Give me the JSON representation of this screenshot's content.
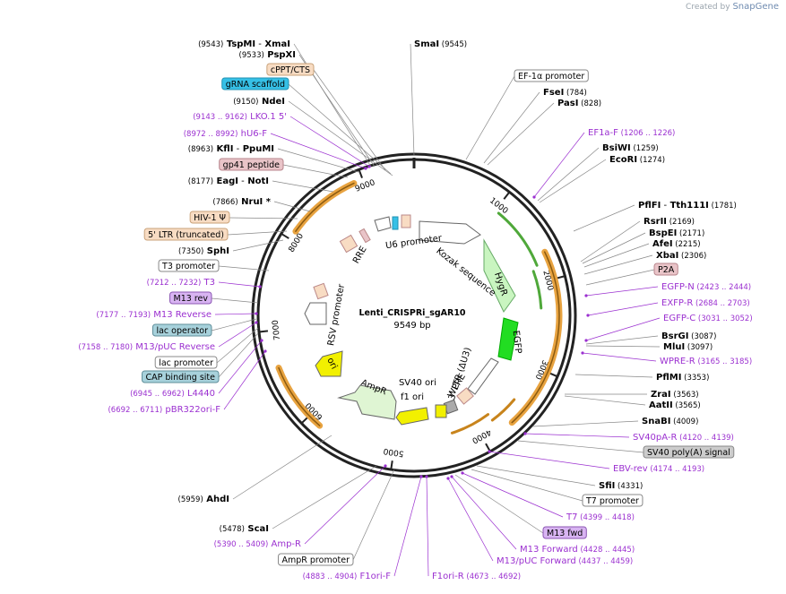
{
  "credit": {
    "prefix": "Created by",
    "brand": "SnapGene"
  },
  "plasmid": {
    "name": "Lenti_CRISPRi_sgAR10",
    "size_label": "9549 bp",
    "length": 9549
  },
  "ticks": [
    "1000",
    "2000",
    "3000",
    "4000",
    "5000",
    "6000",
    "7000",
    "8000",
    "9000"
  ],
  "labels": [
    {
      "pos": "(9543)",
      "name": "TspMI",
      "joiner": "-",
      "name2": "XmaI",
      "kind": "enzyme"
    },
    {
      "pos": "(9533)",
      "name": "PspXI",
      "kind": "enzyme"
    },
    {
      "name": "SmaI",
      "pos": "(9545)",
      "kind": "enzyme"
    },
    {
      "name": "cPPT/CTS",
      "kind": "box",
      "fill": "#f8dcc3",
      "stroke": "#c9a27a"
    },
    {
      "name": "gRNA scaffold",
      "kind": "box",
      "fill": "#36c0e6",
      "stroke": "#2392b3"
    },
    {
      "pos": "(9150)",
      "name": "NdeI",
      "kind": "enzyme"
    },
    {
      "range": "(9143 .. 9162)",
      "name": "LKO.1 5'",
      "kind": "primer"
    },
    {
      "range": "(8972 .. 8992)",
      "name": "hU6-F",
      "kind": "primer"
    },
    {
      "pos": "(8963)",
      "name": "KflI",
      "joiner": "-",
      "name2": "PpuMI",
      "kind": "enzyme"
    },
    {
      "name": "gp41 peptide",
      "kind": "box",
      "fill": "#e9c4c8",
      "stroke": "#b8858c"
    },
    {
      "pos": "(8177)",
      "name": "EagI",
      "joiner": "-",
      "name2": "NotI",
      "kind": "enzyme"
    },
    {
      "pos": "(7866)",
      "name": "NruI *",
      "kind": "enzyme"
    },
    {
      "name": "HIV-1 Ψ",
      "kind": "box",
      "fill": "#f8dcc3",
      "stroke": "#c9a27a"
    },
    {
      "name": "5' LTR (truncated)",
      "kind": "box",
      "fill": "#f8dcc3",
      "stroke": "#c9a27a"
    },
    {
      "pos": "(7350)",
      "name": "SphI",
      "kind": "enzyme"
    },
    {
      "name": "T3 promoter",
      "kind": "box",
      "fill": "#ffffff",
      "stroke": "#888888"
    },
    {
      "range": "(7212 .. 7232)",
      "name": "T3",
      "kind": "primer"
    },
    {
      "name": "M13 rev",
      "kind": "box",
      "fill": "#d8b4f2",
      "stroke": "#8b56b3"
    },
    {
      "range": "(7177 .. 7193)",
      "name": "M13 Reverse",
      "kind": "primer"
    },
    {
      "name": "lac operator",
      "kind": "box",
      "fill": "#a7d1db",
      "stroke": "#5f8e9a"
    },
    {
      "range": "(7158 .. 7180)",
      "name": "M13/pUC Reverse",
      "kind": "primer"
    },
    {
      "name": "lac promoter",
      "kind": "box",
      "fill": "#ffffff",
      "stroke": "#888888"
    },
    {
      "name": "CAP binding site",
      "kind": "box",
      "fill": "#a7d1db",
      "stroke": "#5f8e9a"
    },
    {
      "range": "(6945 .. 6962)",
      "name": "L4440",
      "kind": "primer"
    },
    {
      "range": "(6692 .. 6711)",
      "name": "pBR322ori-F",
      "kind": "primer"
    },
    {
      "pos": "(5959)",
      "name": "AhdI",
      "kind": "enzyme"
    },
    {
      "pos": "(5478)",
      "name": "ScaI",
      "kind": "enzyme"
    },
    {
      "range": "(5390 .. 5409)",
      "name": "Amp-R",
      "kind": "primer"
    },
    {
      "name": "AmpR promoter",
      "kind": "box",
      "fill": "#ffffff",
      "stroke": "#888888"
    },
    {
      "range": "(4883 .. 4904)",
      "name": "F1ori-F",
      "kind": "primer"
    },
    {
      "name": "F1ori-R",
      "range": "(4673 .. 4692)",
      "kind": "primer"
    },
    {
      "name": "EF-1α promoter",
      "kind": "box",
      "fill": "#ffffff",
      "stroke": "#888888"
    },
    {
      "name": "FseI",
      "pos": "(784)",
      "kind": "enzyme"
    },
    {
      "name": "PasI",
      "pos": "(828)",
      "kind": "enzyme"
    },
    {
      "name": "EF1a-F",
      "range": "(1206 .. 1226)",
      "kind": "primer"
    },
    {
      "name": "BsiWI",
      "pos": "(1259)",
      "kind": "enzyme"
    },
    {
      "name": "EcoRI",
      "pos": "(1274)",
      "kind": "enzyme"
    },
    {
      "name": "PflFI",
      "joiner": "-",
      "name2": "Tth111I",
      "pos": "(1781)",
      "kind": "enzyme"
    },
    {
      "name": "RsrII",
      "pos": "(2169)",
      "kind": "enzyme"
    },
    {
      "name": "BspEI",
      "pos": "(2171)",
      "kind": "enzyme"
    },
    {
      "name": "AfeI",
      "pos": "(2215)",
      "kind": "enzyme"
    },
    {
      "name": "XbaI",
      "pos": "(2306)",
      "kind": "enzyme"
    },
    {
      "name": "P2A",
      "kind": "box",
      "fill": "#e9c4c8",
      "stroke": "#b8858c"
    },
    {
      "name": "EGFP-N",
      "range": "(2423 .. 2444)",
      "kind": "primer"
    },
    {
      "name": "EXFP-R",
      "range": "(2684 .. 2703)",
      "kind": "primer"
    },
    {
      "name": "EGFP-C",
      "range": "(3031 .. 3052)",
      "kind": "primer"
    },
    {
      "name": "BsrGI",
      "pos": "(3087)",
      "kind": "enzyme"
    },
    {
      "name": "MluI",
      "pos": "(3097)",
      "kind": "enzyme"
    },
    {
      "name": "WPRE-R",
      "range": "(3165 .. 3185)",
      "kind": "primer"
    },
    {
      "name": "PflMI",
      "pos": "(3353)",
      "kind": "enzyme"
    },
    {
      "name": "ZraI",
      "pos": "(3563)",
      "kind": "enzyme"
    },
    {
      "name": "AatII",
      "pos": "(3565)",
      "kind": "enzyme"
    },
    {
      "name": "SnaBI",
      "pos": "(4009)",
      "kind": "enzyme"
    },
    {
      "name": "SV40pA-R",
      "range": "(4120 .. 4139)",
      "kind": "primer"
    },
    {
      "name": "SV40 poly(A) signal",
      "kind": "box",
      "fill": "#cccccc",
      "stroke": "#888888"
    },
    {
      "name": "EBV-rev",
      "range": "(4174 .. 4193)",
      "kind": "primer"
    },
    {
      "name": "SfiI",
      "pos": "(4331)",
      "kind": "enzyme"
    },
    {
      "name": "T7 promoter",
      "kind": "box",
      "fill": "#ffffff",
      "stroke": "#888888"
    },
    {
      "name": "T7",
      "range": "(4399 .. 4418)",
      "kind": "primer"
    },
    {
      "name": "M13 fwd",
      "kind": "box",
      "fill": "#d8b4f2",
      "stroke": "#8b56b3"
    },
    {
      "name": "M13 Forward",
      "range": "(4428 .. 4445)",
      "kind": "primer"
    },
    {
      "name": "M13/pUC Forward",
      "range": "(4437 .. 4459)",
      "kind": "primer"
    }
  ],
  "features": [
    {
      "name": "U6 promoter"
    },
    {
      "name": "Kozak sequence"
    },
    {
      "name": "HygR"
    },
    {
      "name": "EGFP"
    },
    {
      "name": "3' LTR (ΔU3)"
    },
    {
      "name": "WPRE"
    },
    {
      "name": "SV40 ori"
    },
    {
      "name": "f1 ori"
    },
    {
      "name": "AmpR"
    },
    {
      "name": "ori"
    },
    {
      "name": "RSV promoter"
    },
    {
      "name": "RRE"
    }
  ],
  "colors": {
    "backbone": "#222222",
    "enzyme_text": "#000000",
    "primer_text": "#9b30d0",
    "leader": "#888888",
    "primer_leader": "#9b30d0",
    "arc_orange": "#e8a340",
    "arc_green": "#4fa83a",
    "promoter": "#ffffff",
    "ori_yellow": "#f2f000",
    "ampr": "#dff5d3",
    "hygr": "#c9f5c0",
    "egfp": "#22dd22"
  }
}
